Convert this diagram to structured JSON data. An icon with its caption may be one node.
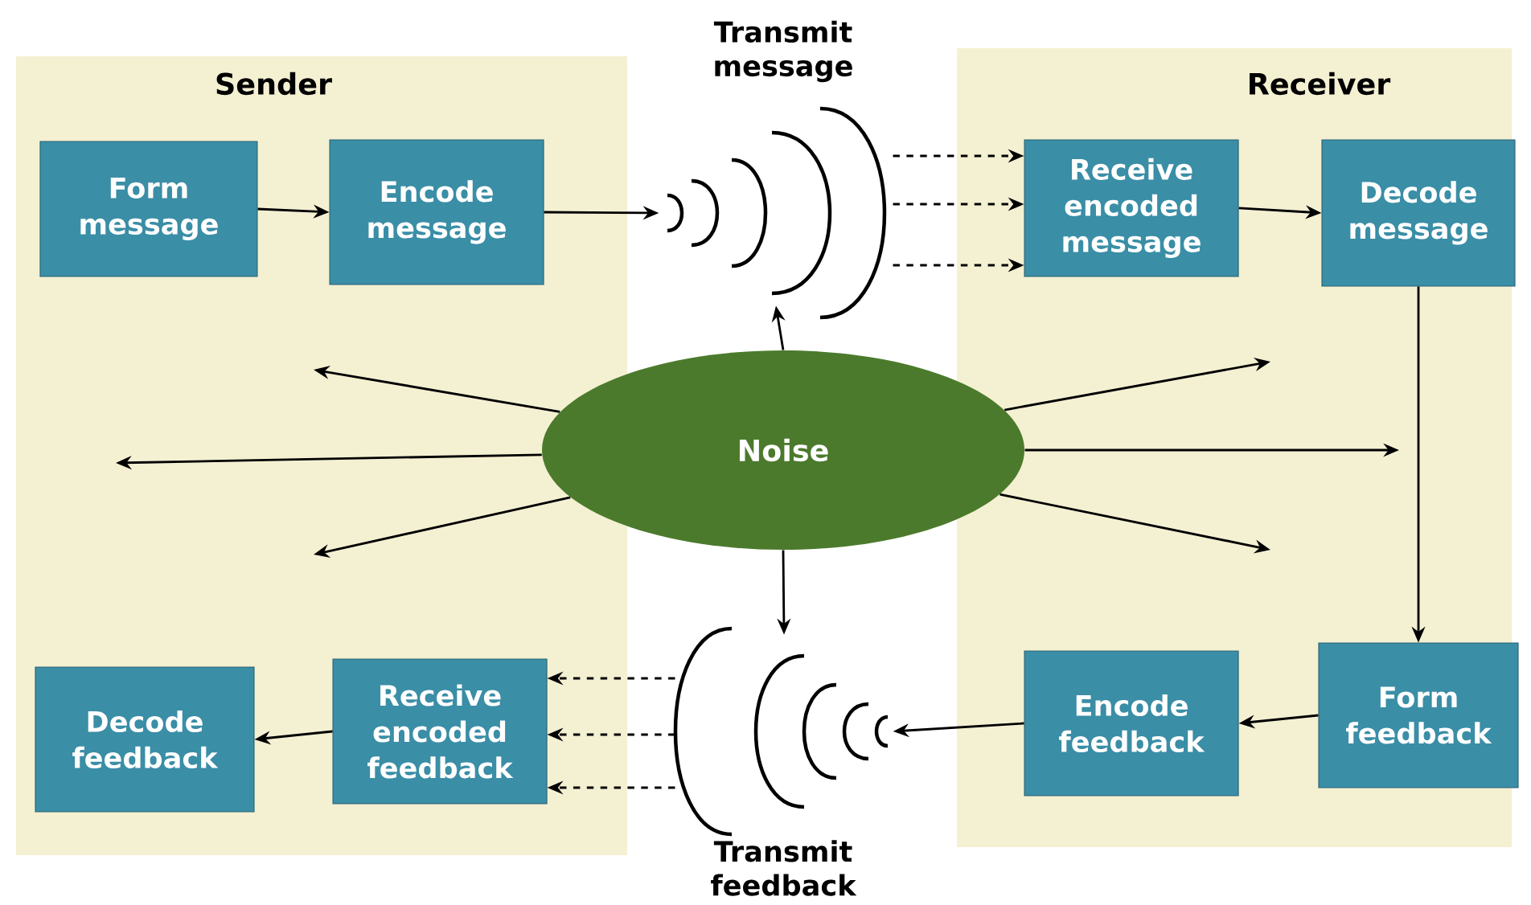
{
  "diagram": {
    "nodes": [
      {
        "text": [
          "Sender"
        ]
      },
      {
        "text": [
          "Form message"
        ],
        "in": 0
      },
      {
        "text": [
          "Encode message"
        ],
        "in": 0
      },
      {
        "text": [
          "Decode feedback"
        ],
        "in": 0
      },
      {
        "text": [
          "Receive encoded feedback"
        ],
        "in": 0
      },
      {
        "text": [
          "Receiver"
        ]
      },
      {
        "text": [
          "Receive encoded message"
        ],
        "in": 5
      },
      {
        "text": [
          "Decode message"
        ],
        "in": 5
      },
      {
        "text": [
          "Encode feedback"
        ],
        "in": 5
      },
      {
        "text": [
          "Form feedback"
        ],
        "in": 5
      },
      {
        "text": [
          "Transmit message"
        ]
      },
      {
        "text": [
          "Transmit feedback"
        ]
      },
      {
        "text": [
          "Noise"
        ]
      }
    ],
    "edges": [
      {
        "from": 1,
        "to": 2,
        "arrow": "to"
      },
      {
        "from": 2,
        "to": 10,
        "arrow": "to"
      },
      {
        "from": 10,
        "to": 6,
        "arrow": "to",
        "style": "dashed"
      },
      {
        "from": 10,
        "to": 6,
        "arrow": "to",
        "style": "dashed"
      },
      {
        "from": 10,
        "to": 6,
        "arrow": "to",
        "style": "dashed"
      },
      {
        "from": 6,
        "to": 7,
        "arrow": "to"
      },
      {
        "from": 7,
        "to": 9,
        "arrow": "to"
      },
      {
        "from": 9,
        "to": 8,
        "arrow": "to"
      },
      {
        "from": 8,
        "to": 11,
        "arrow": "to"
      },
      {
        "from": 11,
        "to": 4,
        "arrow": "to",
        "style": "dashed"
      },
      {
        "from": 11,
        "to": 4,
        "arrow": "to",
        "style": "dashed"
      },
      {
        "from": 11,
        "to": 4,
        "arrow": "to",
        "style": "dashed"
      },
      {
        "from": 4,
        "to": 3,
        "arrow": "to"
      },
      {
        "from": 12,
        "to": 10,
        "arrow": "to"
      },
      {
        "from": 12,
        "to": 11,
        "arrow": "to"
      },
      {
        "from": 12,
        "to": null,
        "arrow": "to"
      },
      {
        "from": 12,
        "to": null,
        "arrow": "to"
      },
      {
        "from": 12,
        "to": null,
        "arrow": "to"
      },
      {
        "from": 12,
        "to": null,
        "arrow": "to"
      },
      {
        "from": 12,
        "to": null,
        "arrow": "to"
      },
      {
        "from": 12,
        "to": null,
        "arrow": "to"
      }
    ]
  }
}
